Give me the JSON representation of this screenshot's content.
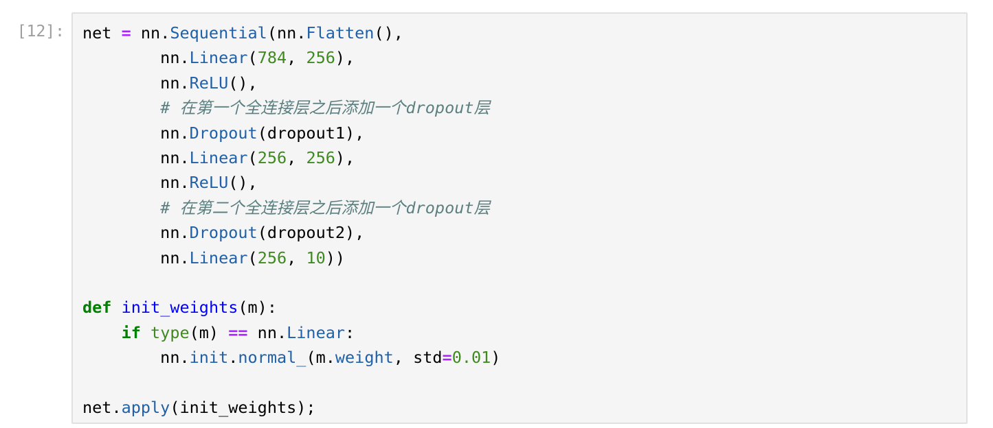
{
  "cell": {
    "prompt": "[12]:",
    "lines": [
      [
        [
          "p",
          "net "
        ],
        [
          "op",
          "="
        ],
        [
          "p",
          " nn."
        ],
        [
          "attr",
          "Sequential"
        ],
        [
          "p",
          "(nn."
        ],
        [
          "attr",
          "Flatten"
        ],
        [
          "p",
          "(),"
        ]
      ],
      [
        [
          "p",
          "        nn."
        ],
        [
          "attr",
          "Linear"
        ],
        [
          "p",
          "("
        ],
        [
          "num",
          "784"
        ],
        [
          "p",
          ", "
        ],
        [
          "num",
          "256"
        ],
        [
          "p",
          "),"
        ]
      ],
      [
        [
          "p",
          "        nn."
        ],
        [
          "attr",
          "ReLU"
        ],
        [
          "p",
          "(),"
        ]
      ],
      [
        [
          "p",
          "        "
        ],
        [
          "cm",
          "# 在第一个全连接层之后添加一个dropout层"
        ]
      ],
      [
        [
          "p",
          "        nn."
        ],
        [
          "attr",
          "Dropout"
        ],
        [
          "p",
          "(dropout1),"
        ]
      ],
      [
        [
          "p",
          "        nn."
        ],
        [
          "attr",
          "Linear"
        ],
        [
          "p",
          "("
        ],
        [
          "num",
          "256"
        ],
        [
          "p",
          ", "
        ],
        [
          "num",
          "256"
        ],
        [
          "p",
          "),"
        ]
      ],
      [
        [
          "p",
          "        nn."
        ],
        [
          "attr",
          "ReLU"
        ],
        [
          "p",
          "(),"
        ]
      ],
      [
        [
          "p",
          "        "
        ],
        [
          "cm",
          "# 在第二个全连接层之后添加一个dropout层"
        ]
      ],
      [
        [
          "p",
          "        nn."
        ],
        [
          "attr",
          "Dropout"
        ],
        [
          "p",
          "(dropout2),"
        ]
      ],
      [
        [
          "p",
          "        nn."
        ],
        [
          "attr",
          "Linear"
        ],
        [
          "p",
          "("
        ],
        [
          "num",
          "256"
        ],
        [
          "p",
          ", "
        ],
        [
          "num",
          "10"
        ],
        [
          "p",
          "))"
        ]
      ],
      [],
      [
        [
          "kw",
          "def"
        ],
        [
          "p",
          " "
        ],
        [
          "fn",
          "init_weights"
        ],
        [
          "p",
          "(m):"
        ]
      ],
      [
        [
          "p",
          "    "
        ],
        [
          "kw",
          "if"
        ],
        [
          "p",
          " "
        ],
        [
          "builtin",
          "type"
        ],
        [
          "p",
          "(m) "
        ],
        [
          "op",
          "=="
        ],
        [
          "p",
          " nn."
        ],
        [
          "attr",
          "Linear"
        ],
        [
          "p",
          ":"
        ]
      ],
      [
        [
          "p",
          "        nn."
        ],
        [
          "attr",
          "init"
        ],
        [
          "p",
          "."
        ],
        [
          "attr",
          "normal_"
        ],
        [
          "p",
          "(m."
        ],
        [
          "attr",
          "weight"
        ],
        [
          "p",
          ", std"
        ],
        [
          "op",
          "="
        ],
        [
          "num",
          "0.01"
        ],
        [
          "p",
          ")"
        ]
      ],
      [],
      [
        [
          "p",
          "net."
        ],
        [
          "attr",
          "apply"
        ],
        [
          "p",
          "(init_weights);"
        ]
      ]
    ]
  }
}
